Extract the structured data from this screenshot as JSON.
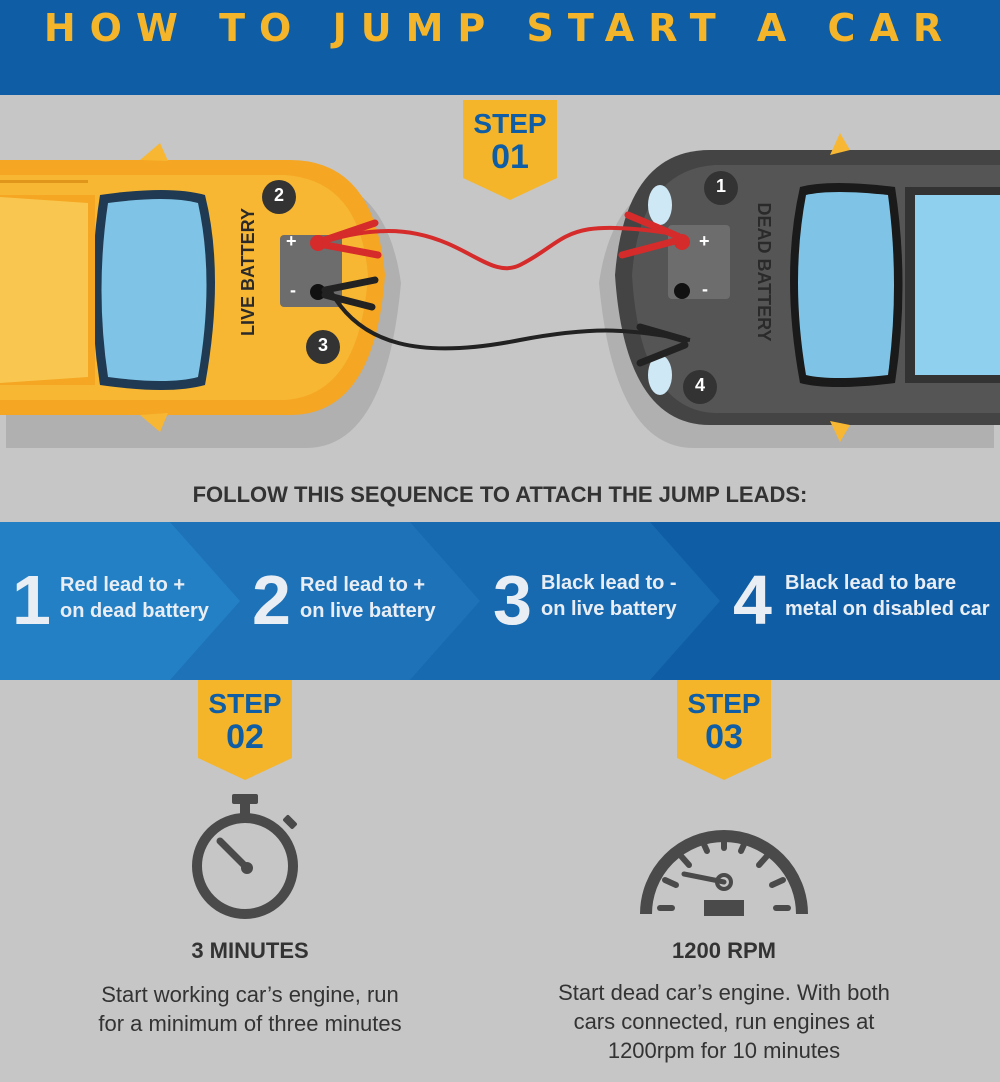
{
  "title": "HOW TO JUMP START A CAR",
  "step1": {
    "word": "STEP",
    "num": "01"
  },
  "live_battery_label": "LIVE BATTERY",
  "dead_battery_label": "DEAD BATTERY",
  "markers": [
    "1",
    "2",
    "3",
    "4"
  ],
  "plus": "+",
  "minus": "-",
  "sequence_heading": "FOLLOW THIS SEQUENCE TO ATTACH THE JUMP LEADS:",
  "sequence": [
    {
      "num": "1",
      "line1": "Red lead to +",
      "line2": "on dead battery"
    },
    {
      "num": "2",
      "line1": "Red lead to +",
      "line2": "on live battery"
    },
    {
      "num": "3",
      "line1": "Black lead to -",
      "line2": "on live battery"
    },
    {
      "num": "4",
      "line1": "Black lead to bare",
      "line2": "metal on disabled car"
    }
  ],
  "step2": {
    "word": "STEP",
    "num": "02",
    "label": "3 MINUTES",
    "desc_line1": "Start working car’s engine, run",
    "desc_line2": "for a minimum of three minutes"
  },
  "step3": {
    "word": "STEP",
    "num": "03",
    "label": "1200 RPM",
    "desc_line1": "Start dead car’s engine. With both",
    "desc_line2": "cars connected, run engines at",
    "desc_line3": "1200rpm for 10 minutes"
  },
  "colors": {
    "header": "#0f5ea5",
    "accent": "#f4b52a",
    "live_car": "#f5a623",
    "dead_car": "#4a4a4a",
    "red_lead": "#d52b2b",
    "black_lead": "#222222"
  }
}
